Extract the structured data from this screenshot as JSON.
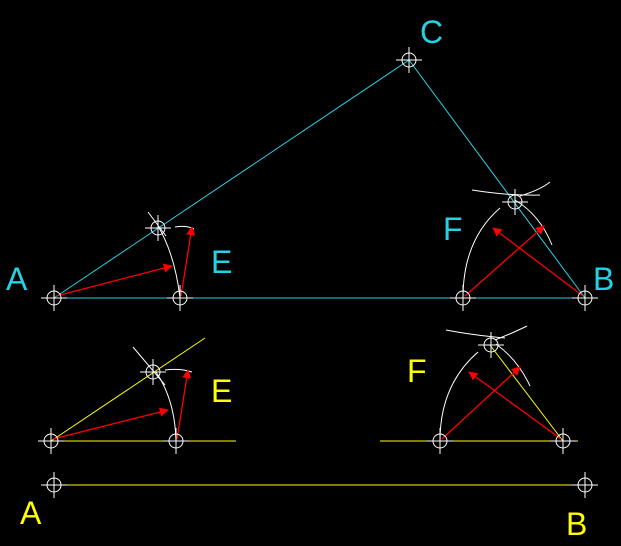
{
  "colors": {
    "background": "#000000",
    "cyan": "#22d3e6",
    "yellow": "#ffff00",
    "white": "#ffffff",
    "red": "#ff0000"
  },
  "labels": {
    "top_A": "A",
    "top_B": "B",
    "top_C": "C",
    "top_E": "E",
    "top_F": "F",
    "bottom_E": "E",
    "bottom_F": "F",
    "bottom_A": "A",
    "bottom_B": "B"
  }
}
